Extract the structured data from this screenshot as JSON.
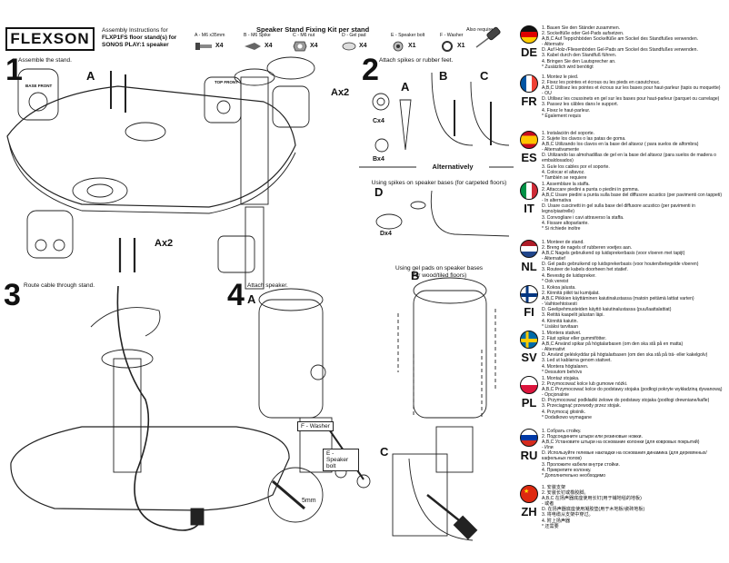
{
  "header": {
    "logo": "FLEXSON",
    "assembly_lines": [
      "Assembly Instructions for",
      "FLXP1FS floor stand(s) for",
      "SONOS PLAY:1 speaker"
    ]
  },
  "kit": {
    "title": "Speaker Stand Fixing Kit per stand",
    "items": [
      {
        "label": "A - M6 x35mm",
        "qty": "X4"
      },
      {
        "label": "B - M6 Spike",
        "qty": "X4"
      },
      {
        "label": "C - M6 nut",
        "qty": "X4"
      },
      {
        "label": "D - Gel pad",
        "qty": "X4"
      },
      {
        "label": "E - Speaker bolt",
        "qty": "X1"
      },
      {
        "label": "F - Washer",
        "qty": "X1"
      }
    ],
    "also_required": "Also required*"
  },
  "steps": {
    "s1": {
      "num": "1",
      "title": "Assemble the stand.",
      "letter": "A",
      "qty_label": "Ax2",
      "front_label": "TOP FRONT",
      "base_label": "BASE FRONT"
    },
    "s2": {
      "num": "2",
      "title": "Attach spikes or rubber feet.",
      "letters": [
        "A",
        "B",
        "C",
        "D"
      ],
      "qty_cx4": "Cx4",
      "qty_bx4": "Bx4",
      "qty_dx4": "Dx4",
      "caption_spikes": "Using spikes on speaker bases (for carpeted floors)",
      "alternatively": "Alternatively",
      "caption_gel_1": "Using gel pads on speaker bases",
      "caption_gel_2": "(for wood/tiled floors)"
    },
    "s3": {
      "num": "3",
      "title": "Route cable through stand."
    },
    "s4": {
      "num": "4",
      "title": "Attach speaker.",
      "letters": [
        "A",
        "B",
        "C"
      ],
      "washer": "F - Washer",
      "bolt": "E - Speaker bolt",
      "mm": "5mm"
    }
  },
  "languages": [
    {
      "code": "DE",
      "lines": [
        "1. Bauen Sie den Ständer zusammen.",
        "2. Sockelfüße oder Gel-Pads aufsetzen.",
        "A,B,C Auf Teppichböden Sockelfüße am Sockel des Standfußes verwenden.",
        "- Alternativ",
        "D. Auf Holz-/Fliesenböden Gel-Pads am Sockel des Standfußes verwenden.",
        "3. Kabel durch den Standfuß führen.",
        "4. Bringen Sie den Lautsprecher an.",
        "* Zusätzlich wird benötigt"
      ]
    },
    {
      "code": "FR",
      "lines": [
        "1. Montez le pied.",
        "2. Fixez les pointes et écrous ou les pieds en caoutchouc.",
        "A,B,C Utilisez les pointes et écrous sur les bases pour haut-parleur (tapis ou moquette)",
        "- OU",
        "D. Utilisez les coussinets en gel sur les bases pour haut-parleur (parquet ou carrelage)",
        "3. Passez les câbles dans le support.",
        "4. Fixez le haut-parleur.",
        "* Également requis"
      ]
    },
    {
      "code": "ES",
      "lines": [
        "1. Instalación del soporte.",
        "2. Sujete los clavos o las patas de goma.",
        "A,B,C Utilizando los clavos en la base del altavoz ( para suelos de alfombra)",
        "- Alternativamente",
        "D. Utilizando las almohadillas de gel en la base del altavoz (para suelos de madera o embaldosados)",
        "3. Guíe los cables por el soporte.",
        "4. Colocar el altavoz.",
        "* También se requiere"
      ]
    },
    {
      "code": "IT",
      "lines": [
        "1. Assemblare la staffa.",
        "2. Attaccare piedini a punta o piedini in gomma.",
        "A,B,C Usare piedini a punta sulla base del diffusore acustico (per pavimenti con tappeti)",
        "- In alternativa",
        "D. Usare cuscinetti in gel sulla base del diffusore acustico (per pavimenti in legno/piastrelle)",
        "3. Convogliare i cavi attraverso la staffa.",
        "4. Fissare altoparlante.",
        "* Si richiede inoltre"
      ]
    },
    {
      "code": "NL",
      "lines": [
        "1. Monteer de stand.",
        "2. Breng de nagels of rubberen voetjes aan.",
        "A,B,C Nagels gebruikend op luidsprekerbasis (voor vloeren met tapijt)",
        "- Alternatief",
        "D. Gel pads gebruikend op luidsprekerbasis (voor houten/betegelde vloeren)",
        "3. Routeer de kabels doorheen het statief.",
        "4. Bevestig de luidspreker.",
        "* Ook vereist"
      ]
    },
    {
      "code": "FI",
      "lines": [
        "1. Kokoa jalusta.",
        "2. Kiinnitä piikit tai kumijalat.",
        "A,B,C Piikkien käyttäminen kaiutinalustassa (matoin peitämä lattiat varten)",
        "- Vaihtoehtoisesti",
        "D. Geelipehmusteiden käyttö kaiutinalustassa (puu/laattalattiat)",
        "3. Reititä kaapelit jalustan läpi.",
        "4. Kiinnitä kaiutin.",
        "* Lisäksi tarvitaan"
      ]
    },
    {
      "code": "SV",
      "lines": [
        "1. Montera stativet.",
        "2. Fäst spikar eller gummifötter.",
        "A,B,C Använd spikar på högtalarbasen (om den ska stå på en matta)",
        "- Alternativt",
        "D. Använd geléskyddar på högtalarbasen (om den ska stå på trä- eller kakelgolv)",
        "3. Led ut kablarna genom stativet.",
        "4. Montera högtalaren.",
        "* Dessutom behövs"
      ]
    },
    {
      "code": "PL",
      "lines": [
        "1. Montaż stojaka.",
        "2. Przymocować kolce lub gumowe nóżki.",
        "A,B,C Przymocować kolce do podstawy stojaka (podłogi pokryte wykładziną dywanową)",
        "- Opcjonalnie",
        "D. Przymocować podkładki żelowe do podstawy stojaka (podłogi drewniane/kafle)",
        "3. Przeciągnąć przewody przez stojak.",
        "4. Przymocuj głośnik.",
        "* Dodatkowo wymagane"
      ]
    },
    {
      "code": "RU",
      "lines": [
        "1. Собрать стойку.",
        "2. Подсоедините штыри или резиновые ножки.",
        "A,B,C Установите штыри на основание колонки (для ковровых покрытий)",
        "- Или",
        "D. Используйте гелевые накладки на основания динамика (для деревянных/кафельных полов)",
        "3. Проложите кабели внутри стойки.",
        "4. Прикрепите колонку.",
        "* Дополнительно необходимо"
      ]
    },
    {
      "code": "ZH",
      "lines": [
        "1. 安装支架",
        "2. 安装长钉或橡胶脚。",
        "A,B,C 在扬声器底座使用长钉(用于铺地毯的地板)",
        "- 或者",
        "D. 在扬声器底座使用凝胶垫(用于木地板/瓷砖地板)",
        "3. 将电缆从支架中穿过。",
        "4. 附上扬声器",
        "* 还需要"
      ]
    }
  ]
}
